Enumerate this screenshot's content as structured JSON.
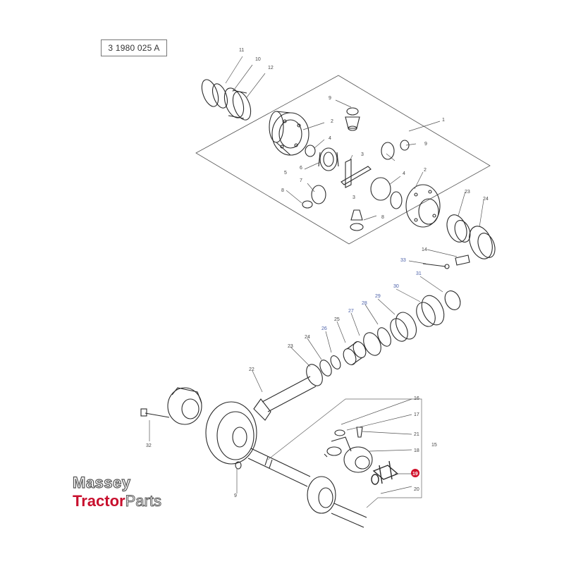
{
  "diagram": {
    "reference_code": "3 1980 025 A",
    "brand": {
      "line1": "Massey",
      "line2a": "Tractor",
      "line2b": "Parts",
      "accent_color": "#c8102e"
    },
    "highlight_color": "#d0102a",
    "callouts": [
      {
        "id": "c11",
        "label": "11"
      },
      {
        "id": "c10",
        "label": "10"
      },
      {
        "id": "c12",
        "label": "12"
      },
      {
        "id": "c9a",
        "label": "9"
      },
      {
        "id": "c1",
        "label": "1"
      },
      {
        "id": "c2a",
        "label": "2"
      },
      {
        "id": "c4a",
        "label": "4"
      },
      {
        "id": "c3a",
        "label": "3"
      },
      {
        "id": "c6",
        "label": "6"
      },
      {
        "id": "c5",
        "label": "5"
      },
      {
        "id": "c7",
        "label": "7"
      },
      {
        "id": "c8a",
        "label": "8"
      },
      {
        "id": "c3b",
        "label": "3"
      },
      {
        "id": "c2b",
        "label": "2"
      },
      {
        "id": "c4b",
        "label": "4"
      },
      {
        "id": "c8b",
        "label": "8"
      },
      {
        "id": "c9b",
        "label": "9"
      },
      {
        "id": "c23a",
        "label": "23"
      },
      {
        "id": "c24a",
        "label": "24"
      },
      {
        "id": "c14",
        "label": "14"
      },
      {
        "id": "c33",
        "label": "33"
      },
      {
        "id": "c31",
        "label": "31"
      },
      {
        "id": "c30",
        "label": "30"
      },
      {
        "id": "c29",
        "label": "29"
      },
      {
        "id": "c28",
        "label": "28"
      },
      {
        "id": "c27",
        "label": "27"
      },
      {
        "id": "c26",
        "label": "26"
      },
      {
        "id": "c25",
        "label": "25"
      },
      {
        "id": "c24b",
        "label": "24"
      },
      {
        "id": "c23b",
        "label": "23"
      },
      {
        "id": "c22",
        "label": "22"
      },
      {
        "id": "c16",
        "label": "16"
      },
      {
        "id": "c17",
        "label": "17"
      },
      {
        "id": "c21",
        "label": "21"
      },
      {
        "id": "c18",
        "label": "18"
      },
      {
        "id": "c15",
        "label": "15"
      },
      {
        "id": "c19",
        "label": "19"
      },
      {
        "id": "c20",
        "label": "20"
      },
      {
        "id": "c32",
        "label": "32"
      },
      {
        "id": "c9c",
        "label": "9"
      }
    ]
  }
}
